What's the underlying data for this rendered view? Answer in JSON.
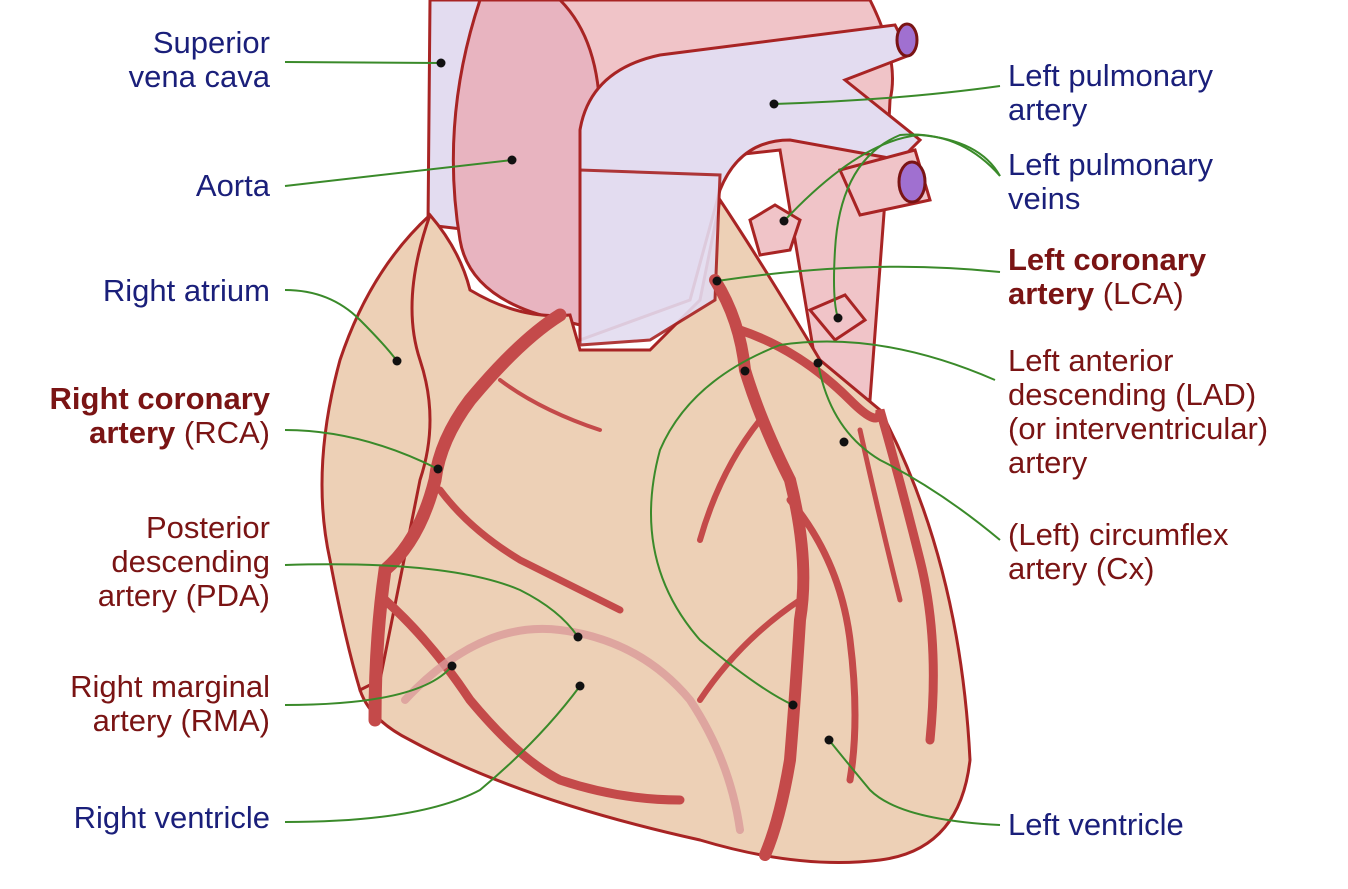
{
  "labels": {
    "superior_vena_cava": [
      "Superior",
      "vena cava"
    ],
    "aorta": "Aorta",
    "right_atrium": "Right atrium",
    "rca": {
      "bold1": "Right coronary",
      "bold2": "artery",
      "rest": " (RCA)"
    },
    "pda": [
      "Posterior",
      "descending",
      "artery (PDA)"
    ],
    "rma": [
      "Right marginal",
      "artery (RMA)"
    ],
    "right_ventricle": "Right ventricle",
    "left_pulmonary_artery": [
      "Left pulmonary",
      "artery"
    ],
    "left_pulmonary_veins": [
      "Left pulmonary",
      "veins"
    ],
    "lca": {
      "bold1": "Left coronary",
      "bold2": "artery",
      "rest": " (LCA)"
    },
    "lad": [
      "Left anterior",
      "descending (LAD)",
      "(or interventricular)",
      "artery"
    ],
    "circumflex": [
      "(Left) circumflex",
      "artery (Cx)"
    ],
    "left_ventricle": "Left ventricle"
  },
  "colors": {
    "heart_fill": "#edd0b6",
    "outline": "#a82424",
    "vessel": "#c44a4a",
    "vein": "#e3dcf0",
    "aorta": "#e8b4c0",
    "pulmonary_trunk": "#f0c4c8",
    "leader": "#3a8a2a",
    "blue_text": "#1a1f7a",
    "red_text": "#7a1414"
  }
}
